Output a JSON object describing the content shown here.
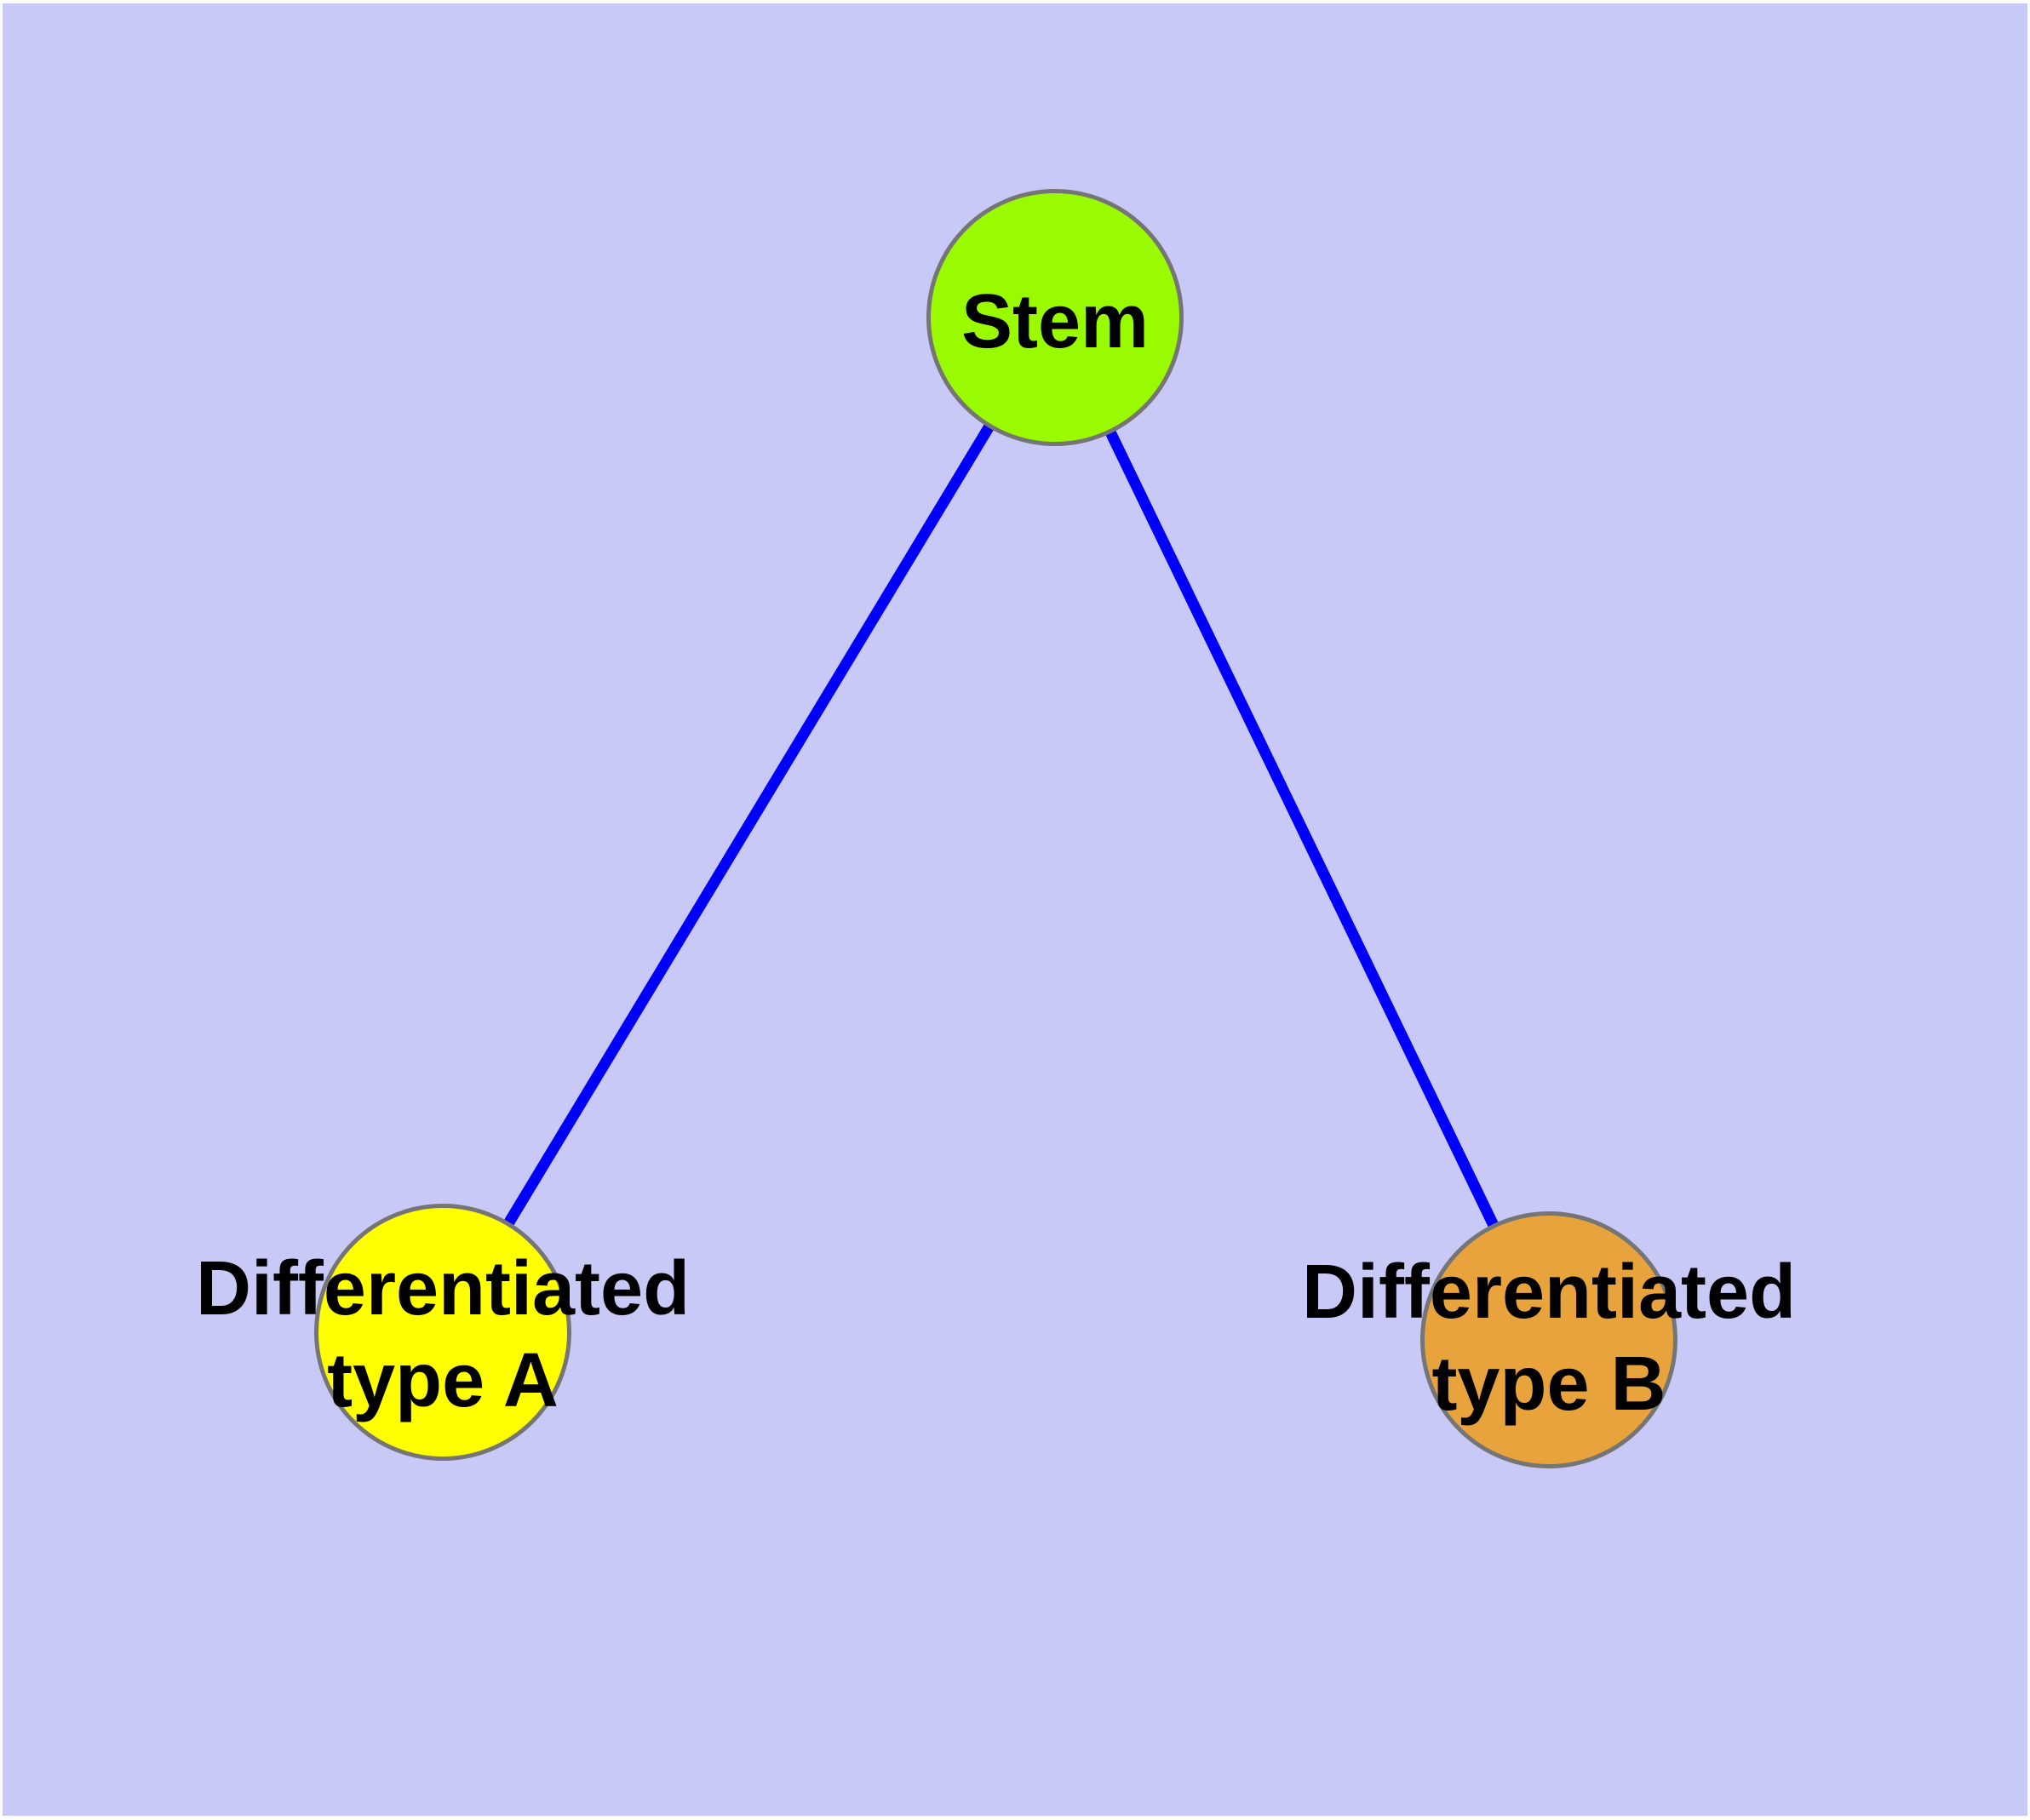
{
  "diagram": {
    "background_color": "#c9c9f8",
    "frame_color": "#ffffff",
    "node_border_color": "#757575",
    "edge_color": "#0000fa",
    "text_color": "#000000"
  },
  "nodes": {
    "stem": {
      "label": "Stem",
      "fill": "#9afb00"
    },
    "type_a": {
      "label": "Differentiated type A",
      "line1": "Differentiated",
      "line2": "type A",
      "fill": "#ffff00"
    },
    "type_b": {
      "label": "Differentiated type B",
      "line1": "Differentiated",
      "line2": "type B",
      "fill": "#e8a33c"
    }
  },
  "edges": [
    {
      "from": "Stem",
      "to": "Differentiated type A"
    },
    {
      "from": "Stem",
      "to": "Differentiated type B"
    }
  ]
}
